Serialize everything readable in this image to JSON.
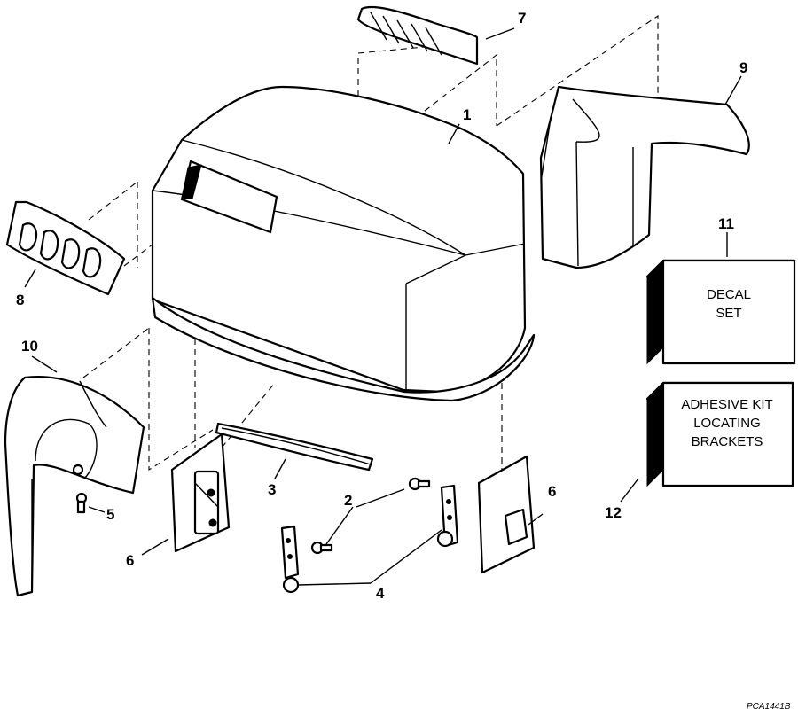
{
  "callouts": {
    "c1": "1",
    "c2": "2",
    "c3": "3",
    "c4": "4",
    "c5": "5",
    "c6a": "6",
    "c6b": "6",
    "c7": "7",
    "c8": "8",
    "c9": "9",
    "c10": "10",
    "c11": "11",
    "c12": "12"
  },
  "decal_box": {
    "line1": "DECAL",
    "line2": "SET"
  },
  "kit_box": {
    "line1": "ADHESIVE KIT",
    "line2": "LOCATING",
    "line3": "BRACKETS"
  },
  "drawing_code": "PCA1441B"
}
